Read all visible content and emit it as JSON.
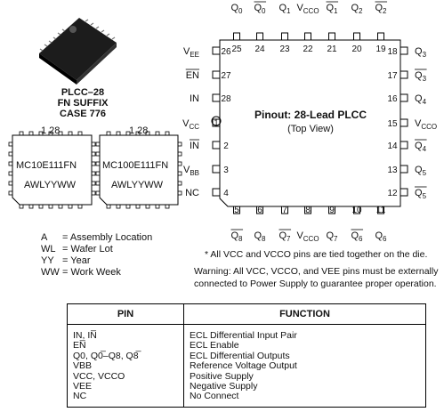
{
  "package": {
    "line1": "PLCC–28",
    "line2": "FN SUFFIX",
    "line3": "CASE 776"
  },
  "markings": [
    {
      "pin_nums": "1 28",
      "part": "MC10E111FN",
      "code": "AWLYYWW"
    },
    {
      "pin_nums": "1 28",
      "part": "MC100E111FN",
      "code": "AWLYYWW"
    }
  ],
  "legend": [
    {
      "key": "A",
      "value": "= Assembly Location"
    },
    {
      "key": "WL",
      "value": "= Wafer Lot"
    },
    {
      "key": "YY",
      "value": "= Year"
    },
    {
      "key": "WW",
      "value": "= Work Week"
    }
  ],
  "pinout": {
    "title": "Pinout: 28-Lead PLCC",
    "subtitle": "(Top View)",
    "top": [
      {
        "num": "25",
        "name": "Q0"
      },
      {
        "num": "24",
        "name": "Q0̅"
      },
      {
        "num": "23",
        "name": "Q1"
      },
      {
        "num": "22",
        "name": "VCCO"
      },
      {
        "num": "21",
        "name": "Q1̅"
      },
      {
        "num": "20",
        "name": "Q2"
      },
      {
        "num": "19",
        "name": "Q2̅"
      }
    ],
    "left": [
      {
        "num": "26",
        "name": "VEE"
      },
      {
        "num": "27",
        "name": "EN̅"
      },
      {
        "num": "28",
        "name": "IN"
      },
      {
        "num": "1",
        "name": "VCC"
      },
      {
        "num": "2",
        "name": "IN̅"
      },
      {
        "num": "3",
        "name": "VBB"
      },
      {
        "num": "4",
        "name": "NC"
      }
    ],
    "right": [
      {
        "num": "18",
        "name": "Q3"
      },
      {
        "num": "17",
        "name": "Q3̅"
      },
      {
        "num": "16",
        "name": "Q4"
      },
      {
        "num": "15",
        "name": "VCCO"
      },
      {
        "num": "14",
        "name": "Q4̅"
      },
      {
        "num": "13",
        "name": "Q5"
      },
      {
        "num": "12",
        "name": "Q5̅"
      }
    ],
    "bottom": [
      {
        "num": "5",
        "name": "Q8̅"
      },
      {
        "num": "6",
        "name": "Q8"
      },
      {
        "num": "7",
        "name": "Q7̅"
      },
      {
        "num": "8",
        "name": "VCCO"
      },
      {
        "num": "9",
        "name": "Q7"
      },
      {
        "num": "10",
        "name": "Q6̅"
      },
      {
        "num": "11",
        "name": "Q6"
      }
    ]
  },
  "notes": {
    "tied": "* All VCC and VCCO pins are tied together on the die.",
    "warning": "Warning: All VCC, VCCO, and VEE pins must be externally connected to Power Supply to guarantee proper operation."
  },
  "table": {
    "headers": [
      "PIN",
      "FUNCTION"
    ],
    "rows": [
      {
        "pin": "IN, IN̅",
        "function": "ECL Differential Input Pair"
      },
      {
        "pin": "EN̅",
        "function": "ECL Enable"
      },
      {
        "pin": "Q0, Q0̅–Q8, Q8̅",
        "function": "ECL Differential Outputs"
      },
      {
        "pin": "VBB",
        "function": "Reference Voltage Output"
      },
      {
        "pin": "VCC, VCCO",
        "function": "Positive Supply"
      },
      {
        "pin": "VEE",
        "function": "Negative Supply"
      },
      {
        "pin": "NC",
        "function": "No Connect"
      }
    ]
  }
}
